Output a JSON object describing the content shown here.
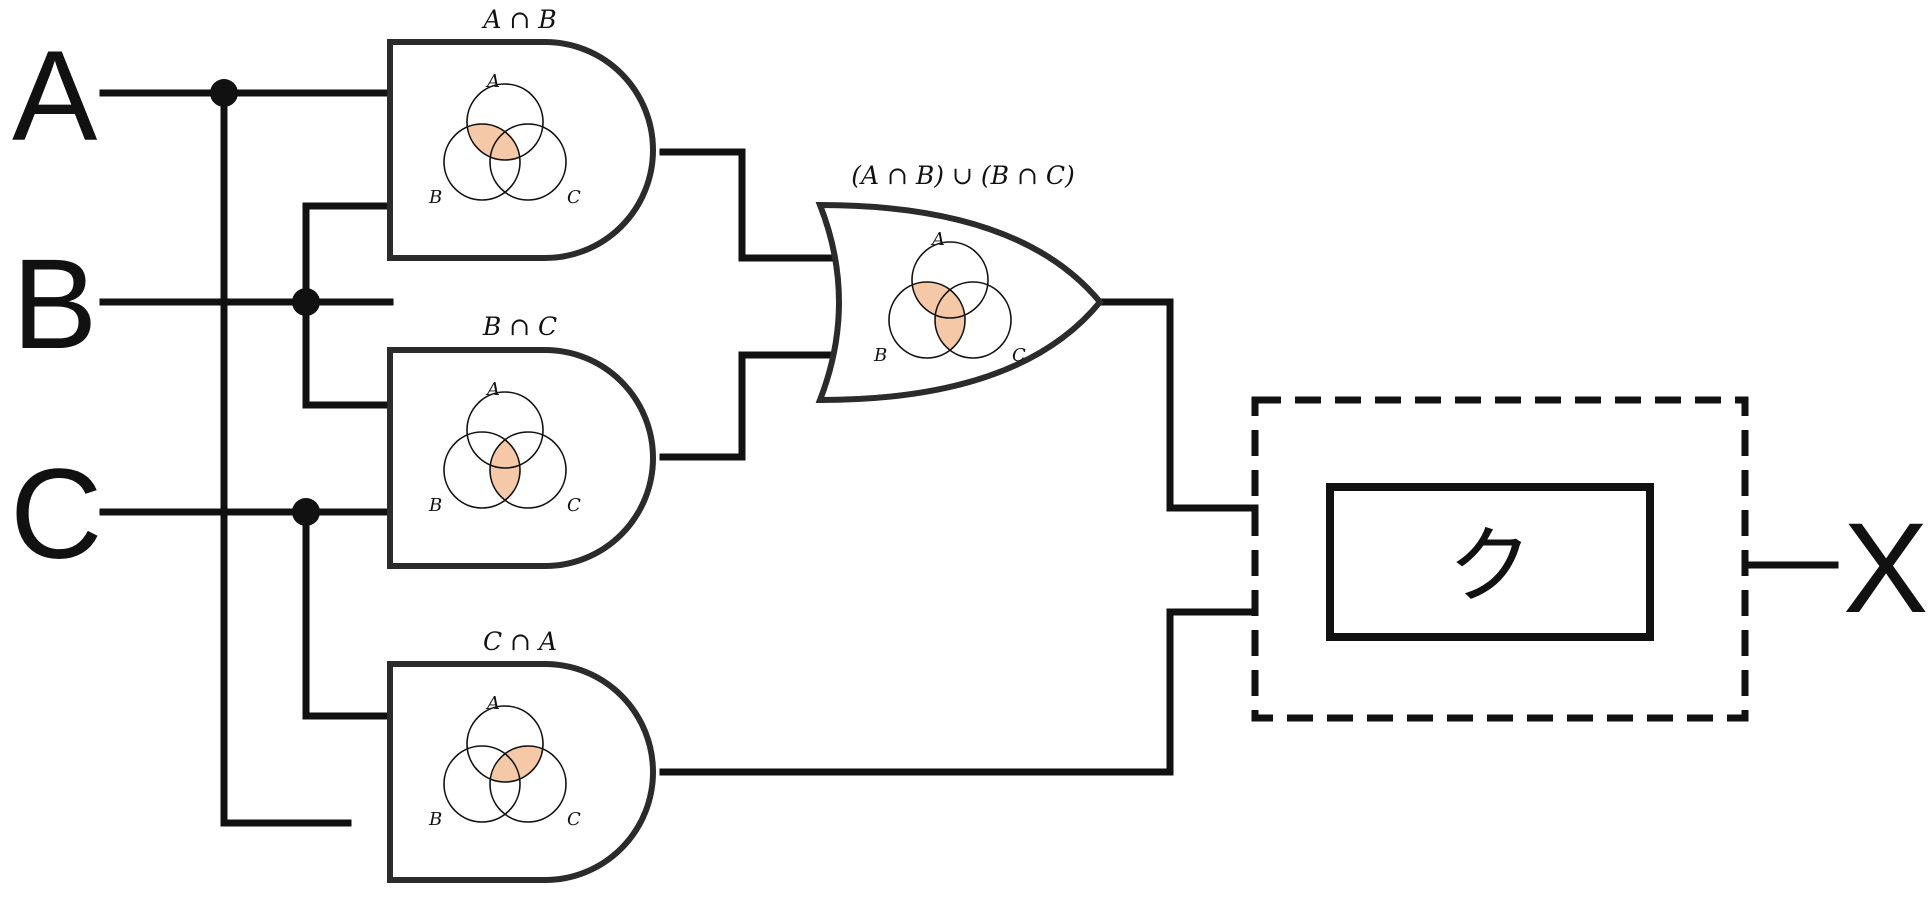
{
  "inputs": {
    "a": "A",
    "b": "B",
    "c": "C"
  },
  "output": {
    "x": "X"
  },
  "gates": {
    "and_ab": {
      "label": "A ∩ B"
    },
    "and_bc": {
      "label": "B ∩ C"
    },
    "and_ca": {
      "label": "C ∩ A"
    },
    "or_gate": {
      "label": "(A ∩ B) ∪ (B ∩ C)"
    }
  },
  "venn": {
    "a": "A",
    "b": "B",
    "c": "C"
  },
  "hidden_block": {
    "label": "ク"
  },
  "colors": {
    "highlight": "#f5c9a8",
    "line": "#111111",
    "gate_stroke": "#2b2b2b"
  }
}
